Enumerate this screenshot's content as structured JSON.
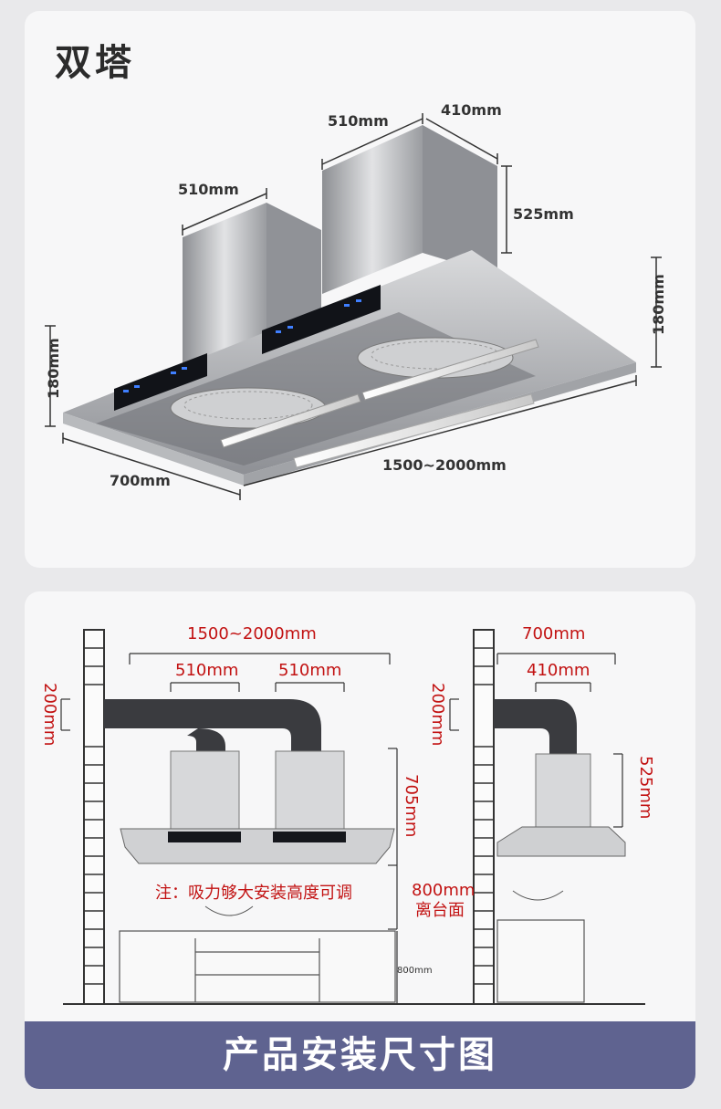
{
  "top": {
    "title": "双塔",
    "dims": {
      "tower_right_width": "510mm",
      "tower_right_depth": "410mm",
      "tower_left_width": "510mm",
      "tower_height": "525mm",
      "hood_height_right": "180mm",
      "hood_height_left": "180mm",
      "hood_depth": "700mm",
      "hood_length": "1500~2000mm"
    }
  },
  "bottom": {
    "dims": {
      "total_length": "1500~2000mm",
      "tower_a_width": "510mm",
      "tower_b_width": "510mm",
      "duct_height_left": "200mm",
      "tower_height_front": "705mm",
      "mount_height": "800mm",
      "mount_height_label": "离台面",
      "side_depth": "700mm",
      "side_tower_depth": "410mm",
      "duct_height_right": "200mm",
      "side_tower_height": "525mm",
      "cabinet_height": "800mm"
    },
    "note": "注：吸力够大安装高度可调",
    "banner": "产品安装尺寸图"
  },
  "colors": {
    "dimension_red": "#c21212",
    "banner_bg": "#5f6390"
  }
}
